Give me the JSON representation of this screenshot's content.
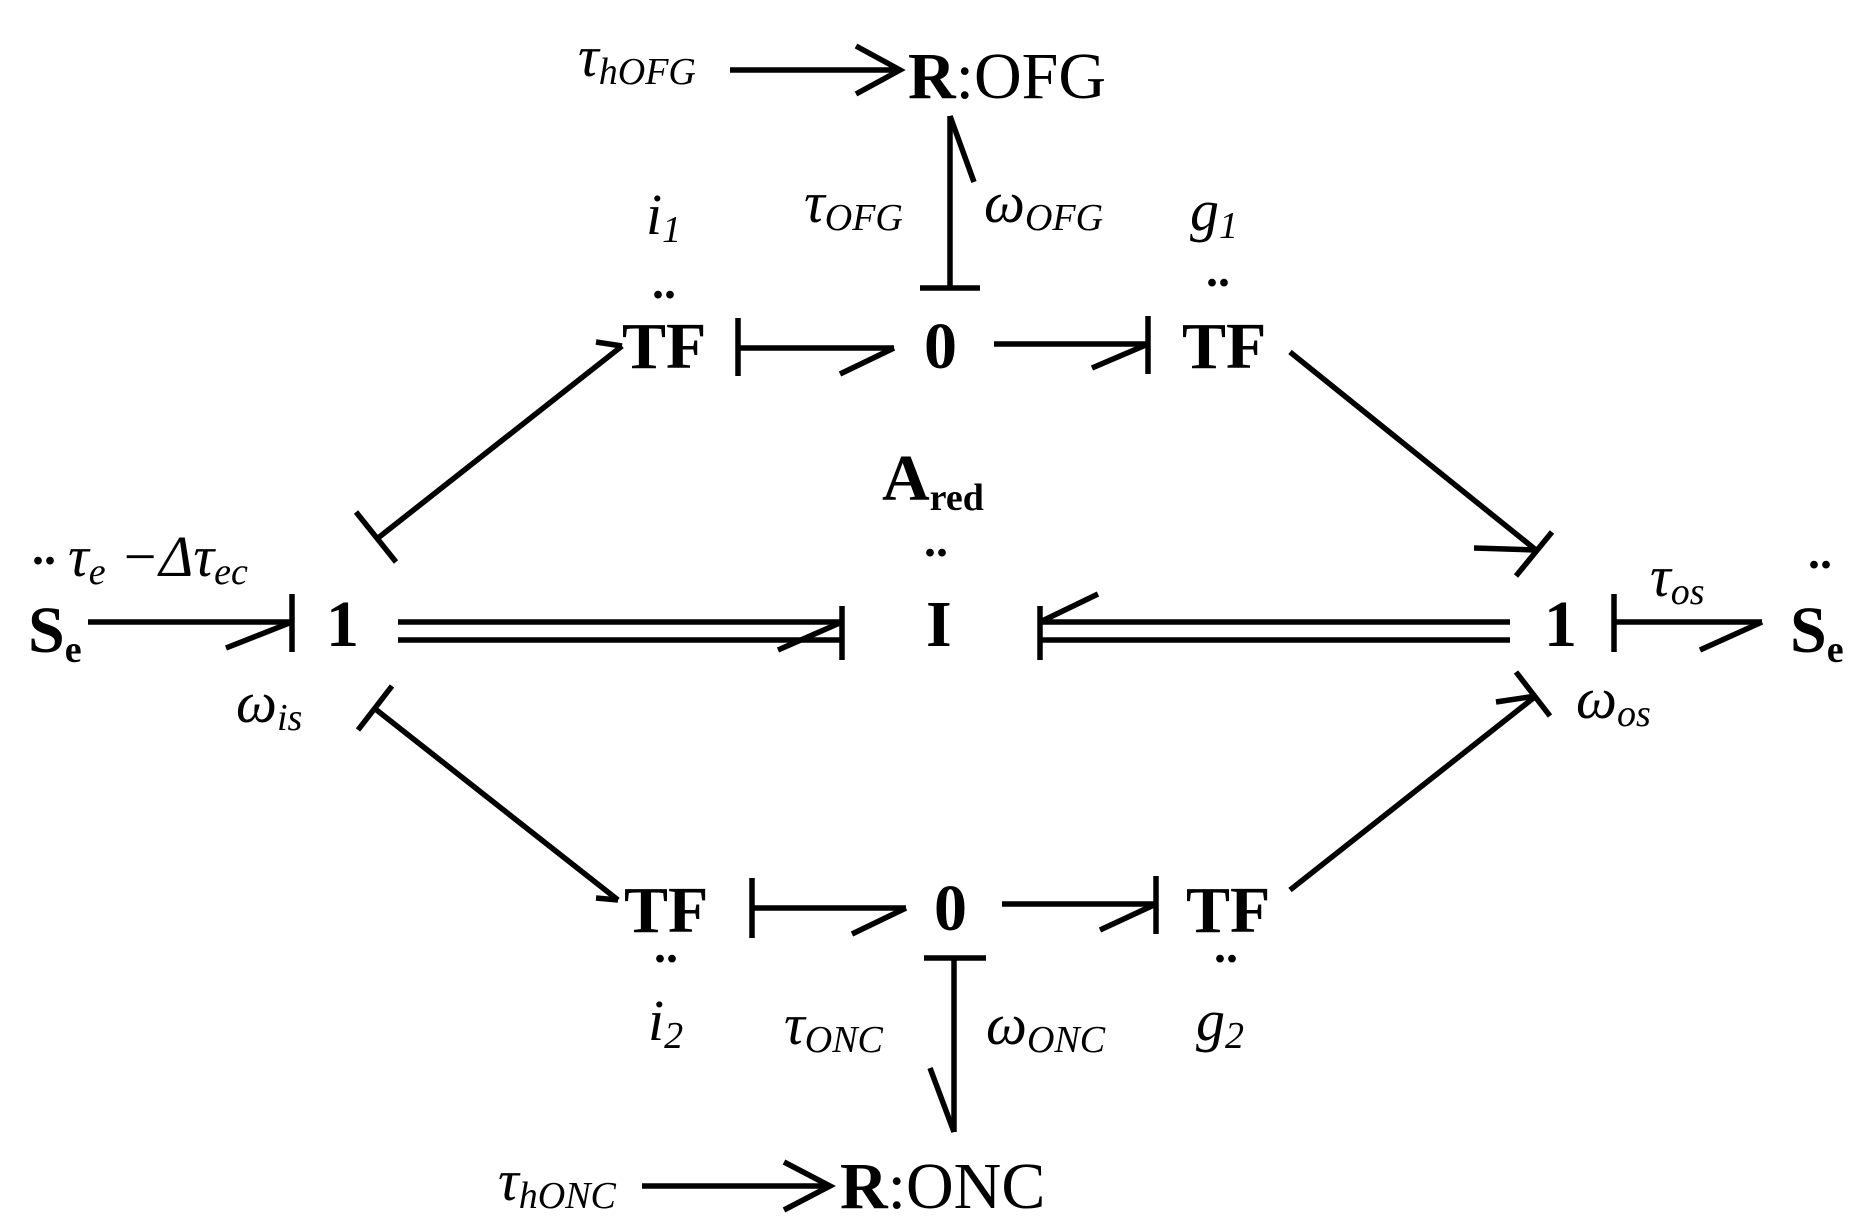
{
  "elements": {
    "source_left": {
      "base": "S",
      "sub": "e"
    },
    "source_right": {
      "base": "S",
      "sub": "e"
    },
    "junction_left": "1",
    "junction_right": "1",
    "inertia": "I",
    "inertia_param": {
      "base": "A",
      "sub": "red"
    },
    "tf_top_left": "TF",
    "tf_top_right": "TF",
    "tf_bottom_left": "TF",
    "tf_bottom_right": "TF",
    "zero_top": "0",
    "zero_bottom": "0",
    "r_top": {
      "bold": "R",
      "name": ":OFG"
    },
    "r_bottom": {
      "bold": "R",
      "name": ":ONC"
    }
  },
  "labels": {
    "tau_hofg": {
      "sym": "τ",
      "sub": "hOFG"
    },
    "tau_honc": {
      "sym": "τ",
      "sub": "hONC"
    },
    "tau_ofg": {
      "sym": "τ",
      "sub": "OFG"
    },
    "omega_ofg": {
      "sym": "ω",
      "sub": "OFG"
    },
    "tau_onc": {
      "sym": "τ",
      "sub": "ONC"
    },
    "omega_onc": {
      "sym": "ω",
      "sub": "ONC"
    },
    "i1": {
      "sym": "i",
      "sub": "1"
    },
    "i2": {
      "sym": "i",
      "sub": "2"
    },
    "g1": {
      "sym": "g",
      "sub": "1"
    },
    "g2": {
      "sym": "g",
      "sub": "2"
    },
    "input_torque": {
      "sym": "τ",
      "sub1": "e",
      "mid": " −Δ",
      "sym2": "τ",
      "sub2": "ec"
    },
    "omega_is": {
      "sym": "ω",
      "sub": "is"
    },
    "omega_os": {
      "sym": "ω",
      "sub": "os"
    },
    "tau_os": {
      "sym": "τ",
      "sub": "os"
    }
  },
  "separator": ".."
}
